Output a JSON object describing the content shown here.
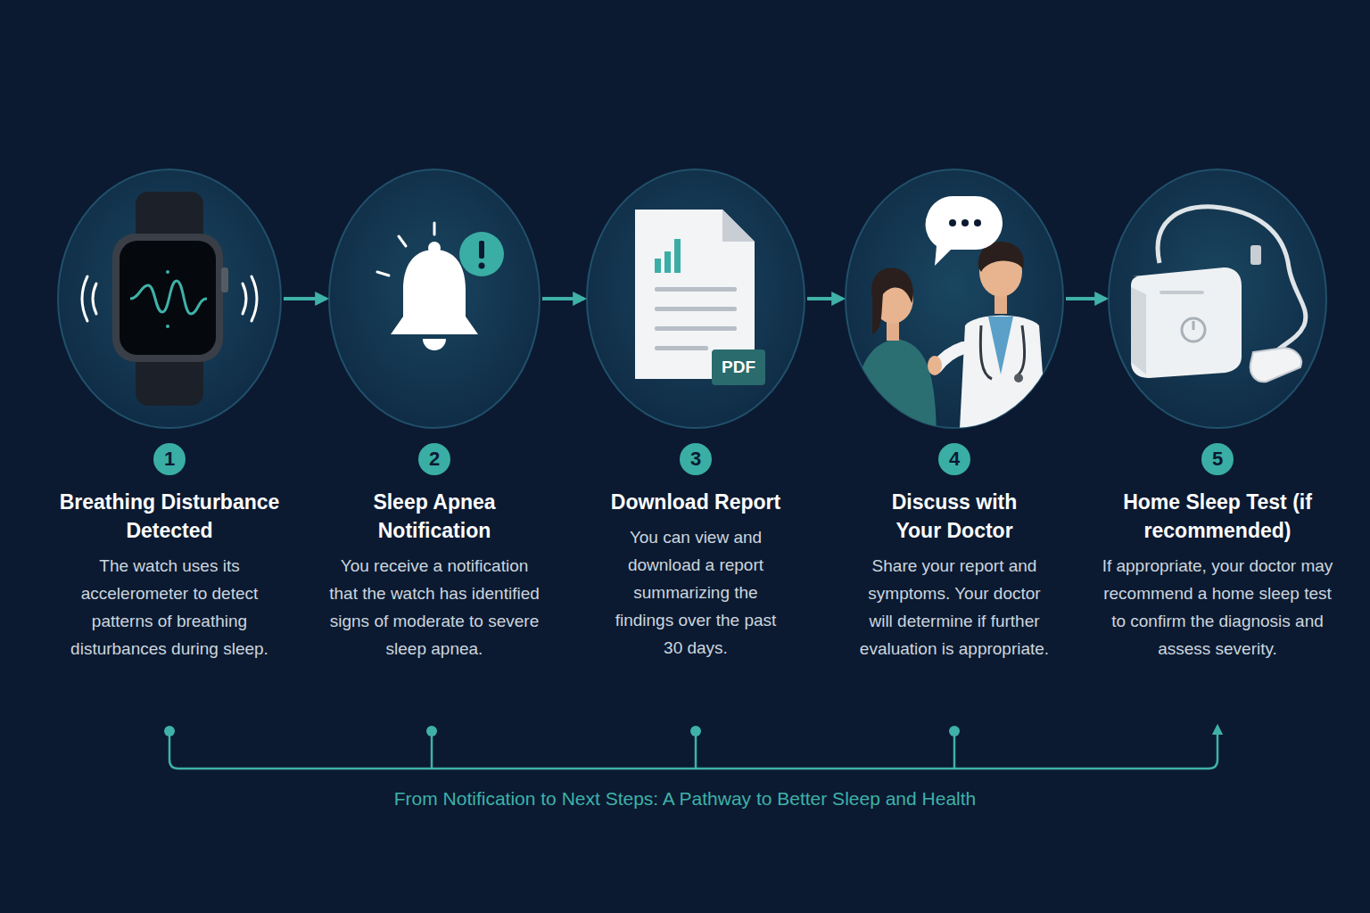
{
  "diagram": {
    "caption": "From Notification to Next Steps: A Pathway to Better Sleep and Health",
    "nodes": [
      {
        "text": [
          "1",
          "Breathing Disturbance Detected",
          "The watch uses its accelerometer to detect patterns of breathing disturbances during sleep."
        ]
      },
      {
        "text": [
          "2",
          "Sleep Apnea Notification",
          "You receive a notification that the watch has identified signs of moderate to severe sleep apnea."
        ]
      },
      {
        "text": [
          "3",
          "Download Report",
          "You can view and download a report summarizing the findings over the past 30 days."
        ]
      },
      {
        "text": [
          "4",
          "Discuss with Your Doctor",
          "Share your report and symptoms. Your doctor will determine if further evaluation is appropriate."
        ]
      },
      {
        "text": [
          "5",
          "Home Sleep Test (if recommended)",
          "If appropriate, your doctor may recommend a home sleep test to confirm the diagnosis and assess severity."
        ]
      }
    ],
    "edges": [
      {
        "from": 0,
        "to": 1,
        "arrow": "to"
      },
      {
        "from": 1,
        "to": 2,
        "arrow": "to"
      },
      {
        "from": 2,
        "to": 3,
        "arrow": "to"
      },
      {
        "from": 3,
        "to": 4,
        "arrow": "to"
      }
    ],
    "labels": [
      "PDF"
    ]
  }
}
